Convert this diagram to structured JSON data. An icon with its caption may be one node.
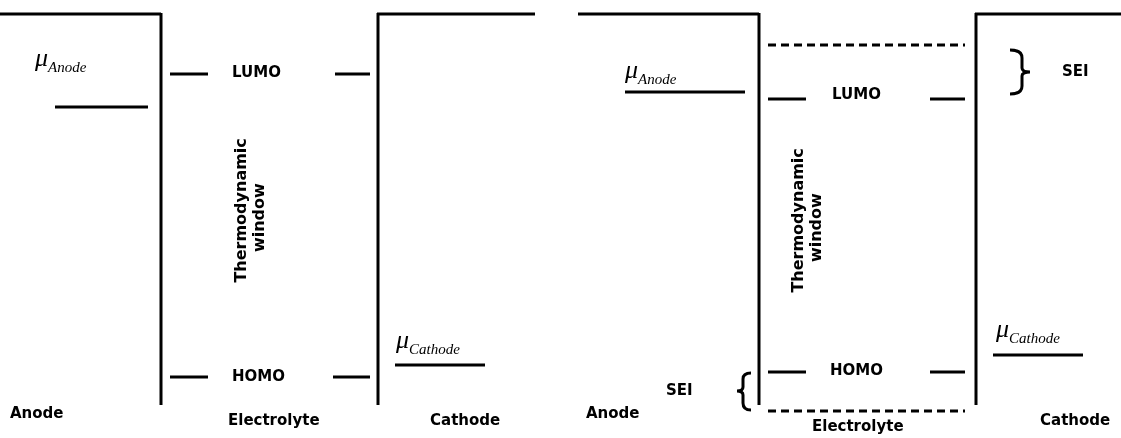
{
  "diagram": {
    "labels": [
      "μ$_{Anode}$",
      "LUMO",
      "Thermodynamic window",
      "μ$_{Cathode}$",
      "HOMO",
      "Anode",
      "Electrolyte",
      "Cathode",
      "μ$_{Anode}$",
      "LUMO",
      "SEI",
      "Thermodynamic window",
      "μ$_{Cathode}$",
      "SEI",
      "HOMO",
      "Anode",
      "Electrolyte",
      "Cathode"
    ]
  }
}
